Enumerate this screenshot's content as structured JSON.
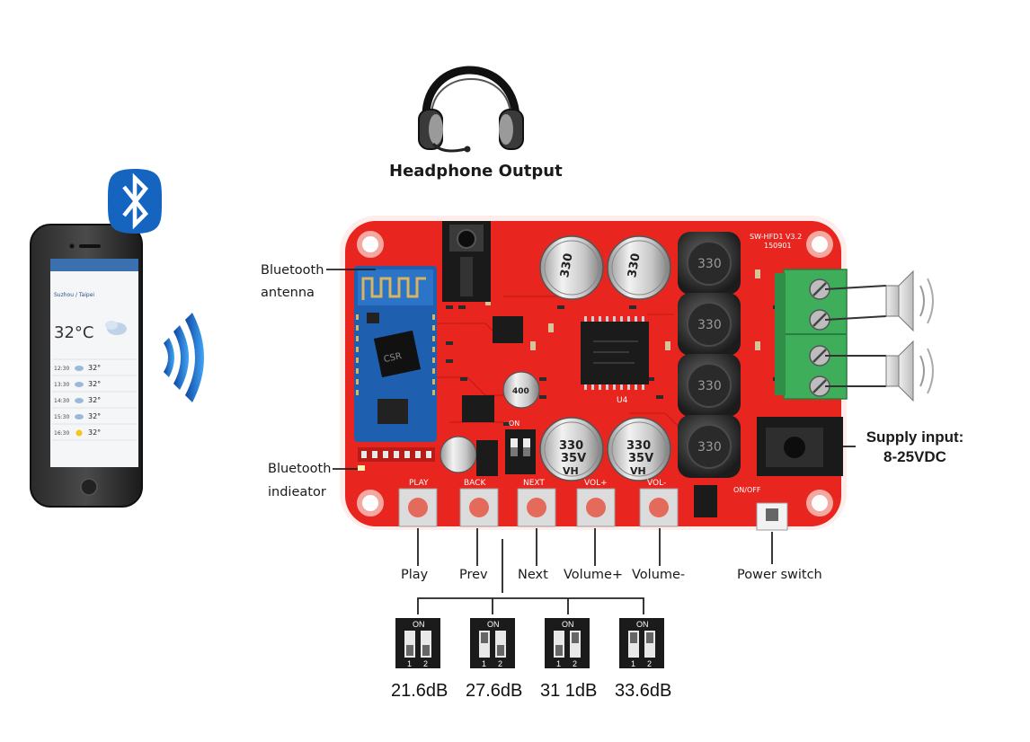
{
  "title": "Bluetooth amplifier board connection diagram",
  "labels": {
    "headphone": "Headphone Output",
    "antenna_1": "Bluetooth",
    "antenna_2": "antenna",
    "indicator_1": "Bluetooth",
    "indicator_2": "indieator",
    "supply_1": "Supply input:",
    "supply_2": "8-25VDC",
    "play": "Play",
    "prev": "Prev",
    "next": "Next",
    "vol_up": "Volume+",
    "vol_down": "Volume-",
    "power": "Power switch"
  },
  "board_silkscreen": {
    "play": "PLAY",
    "back": "BACK",
    "next": "NEXT",
    "vol_up": "VOL+",
    "vol_down": "VOL-",
    "on": "ON",
    "onoff": "ON/OFF",
    "model": "SW-HFD1 V3.2",
    "date": "150901",
    "chip": "U4",
    "cap_value": "330",
    "cap_voltage": "35V",
    "cap_series": "VH",
    "inductor": "330",
    "small_cap": "400",
    "bt_module": "CSR"
  },
  "dip_switches": [
    {
      "on": "ON",
      "pins": [
        "1",
        "2"
      ],
      "gain": "21.6dB"
    },
    {
      "on": "ON",
      "pins": [
        "1",
        "2"
      ],
      "gain": "27.6dB"
    },
    {
      "on": "ON",
      "pins": [
        "1",
        "2"
      ],
      "gain": "31 1dB"
    },
    {
      "on": "ON",
      "pins": [
        "1",
        "2"
      ],
      "gain": "33.6dB"
    }
  ],
  "phone": {
    "location": "Suzhou / Taipei",
    "temperature": "32°C",
    "forecast": [
      {
        "time": "12:30",
        "temp": "32°"
      },
      {
        "time": "13:30",
        "temp": "32°"
      },
      {
        "time": "14:30",
        "temp": "32°"
      },
      {
        "time": "15:30",
        "temp": "32°"
      },
      {
        "time": "16:30",
        "temp": "32°"
      }
    ]
  },
  "colors": {
    "board": "#e8251f",
    "bluetooth": "#1565c0",
    "terminal": "#3fae5a"
  }
}
